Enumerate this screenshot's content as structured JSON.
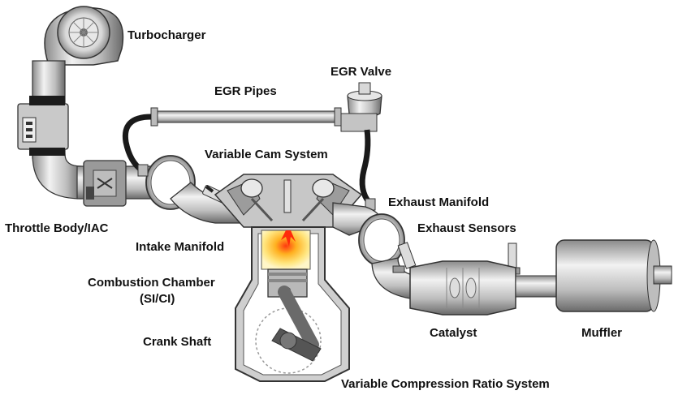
{
  "labels": {
    "turbocharger": "Turbocharger",
    "egr_valve": "EGR Valve",
    "egr_pipes": "EGR Pipes",
    "variable_cam": "Variable Cam System",
    "exhaust_manifold": "Exhaust Manifold",
    "throttle_body": "Throttle Body/IAC",
    "exhaust_sensors": "Exhaust Sensors",
    "intake_manifold": "Intake Manifold",
    "combustion_chamber_line1": "Combustion Chamber",
    "combustion_chamber_line2": "(SI/CI)",
    "crank_shaft": "Crank Shaft",
    "catalyst": "Catalyst",
    "muffler": "Muffler",
    "variable_compression": "Variable Compression Ratio System"
  },
  "colors": {
    "metal_light": "#e6e6e6",
    "metal_mid": "#b3b3b3",
    "metal_dark": "#6e6e6e",
    "outline": "#222222",
    "hose": "#1a1a1a",
    "flame_core": "#ff4d1a",
    "flame_outer": "#ffd24d"
  }
}
